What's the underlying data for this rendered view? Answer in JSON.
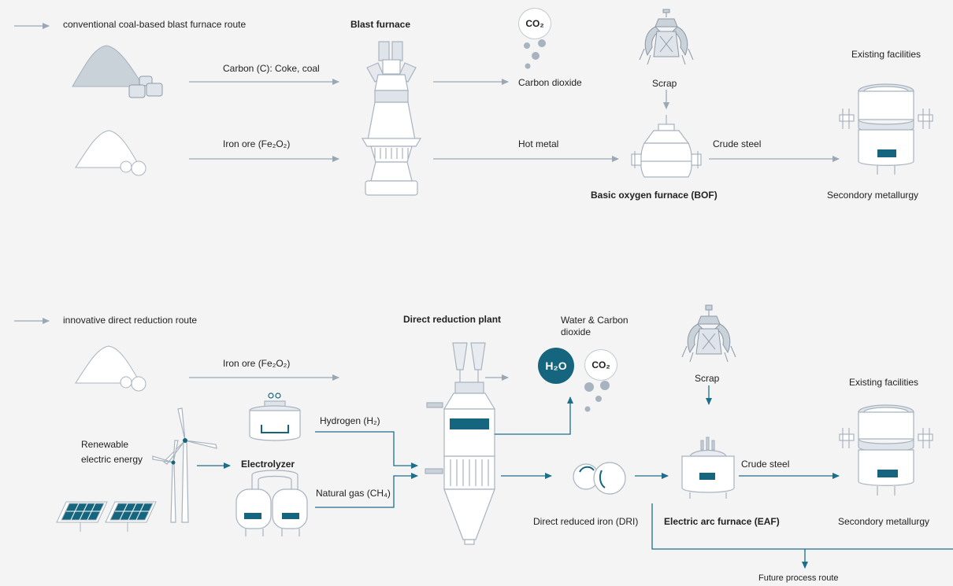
{
  "colors": {
    "route_conventional": "#9aa7b4",
    "route_innovative": "#1d6e8a",
    "equipment_fill": "#ffffff",
    "equipment_stroke": "#a7b3bf",
    "accent": "#15657e"
  },
  "conventional": {
    "legend": "conventional coal-based blast furnace route",
    "blast_furnace": "Blast furnace",
    "carbon_input": "Carbon (C): Coke, coal",
    "iron_ore_input": "Iron ore (Fe₂O₂)",
    "co2_molecule": "CO₂",
    "carbon_dioxide": "Carbon dioxide",
    "hot_metal": "Hot metal",
    "scrap": "Scrap",
    "bof": "Basic oxygen furnace (BOF)",
    "crude_steel": "Crude steel",
    "existing_facilities": "Existing  facilities",
    "secondary_metallurgy": "Secondory metallurgy"
  },
  "innovative": {
    "legend": "innovative direct reduction route",
    "direct_reduction_plant": "Direct reduction plant",
    "iron_ore_input": "Iron ore (Fe₂O₂)",
    "water_co2": "Water & Carbon dioxide",
    "h2o_molecule": "H₂O",
    "co2_molecule": "CO₂",
    "renewable_energy": "Renewable electric energy",
    "electrolyzer": "Electrolyzer",
    "hydrogen": "Hydrogen (H₂)",
    "natural_gas": "Natural gas (CH₄)",
    "dri": "Direct reduced iron (DRI)",
    "scrap": "Scrap",
    "eaf": "Electric arc furnace (EAF)",
    "crude_steel": "Crude steel",
    "existing_facilities": "Existing  facilities",
    "secondary_metallurgy": "Secondory metallurgy",
    "future_route": "Future process route"
  }
}
